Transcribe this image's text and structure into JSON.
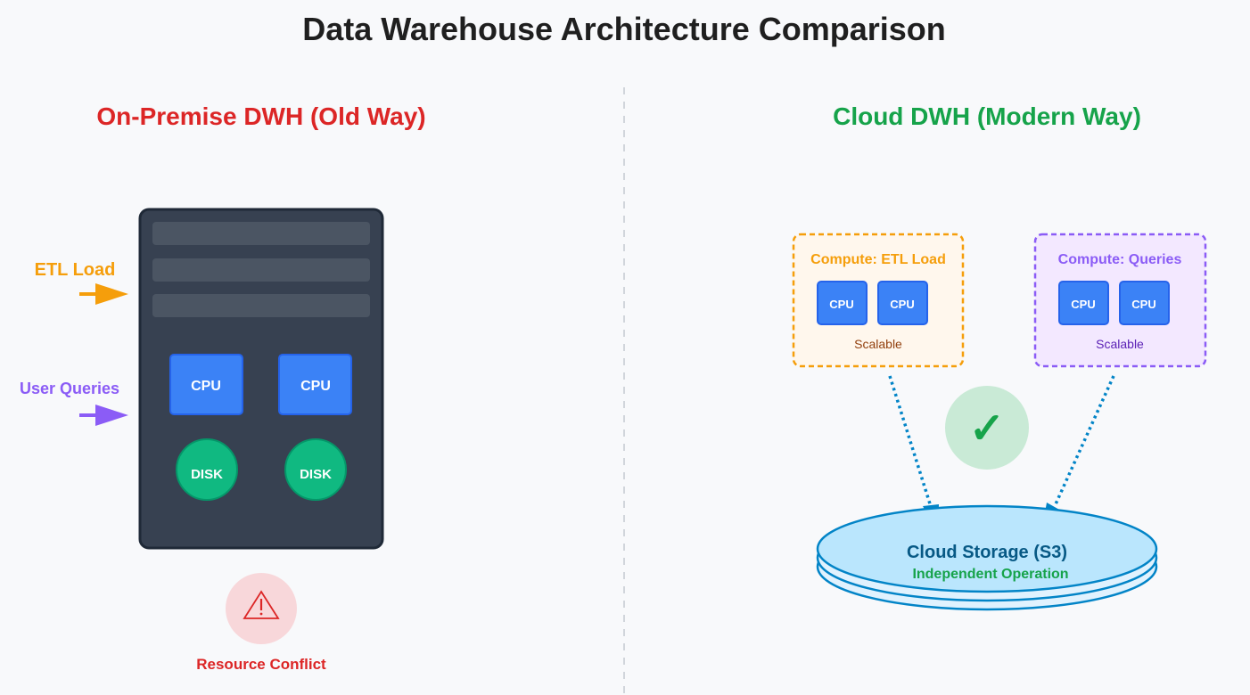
{
  "title": "Data Warehouse Architecture Comparison",
  "colors": {
    "background": "#f8f9fb",
    "title": "#1f1f1f",
    "onprem_accent": "#dc2626",
    "cloud_accent": "#16a34a",
    "etl": "#f59e0b",
    "queries": "#8b5cf6",
    "cpu": "#3b82f6",
    "disk": "#10b981",
    "server": "#374151",
    "storage_fill": "#bae6fd",
    "storage_stroke": "#0284c7"
  },
  "left": {
    "heading": "On-Premise DWH (Old Way)",
    "inputs": [
      {
        "label": "ETL Load",
        "icon": "arrow-right-icon"
      },
      {
        "label": "User Queries",
        "icon": "arrow-right-icon"
      }
    ],
    "server": {
      "cpus": [
        "CPU",
        "CPU"
      ],
      "disks": [
        "DISK",
        "DISK"
      ]
    },
    "status": {
      "icon": "warning-icon",
      "label": "Resource Conflict"
    }
  },
  "right": {
    "heading": "Cloud DWH (Modern Way)",
    "clusters": [
      {
        "title": "Compute: ETL Load",
        "cpus": [
          "CPU",
          "CPU"
        ],
        "note": "Scalable"
      },
      {
        "title": "Compute: Queries",
        "cpus": [
          "CPU",
          "CPU"
        ],
        "note": "Scalable"
      }
    ],
    "status": {
      "icon": "checkmark-icon",
      "symbol": "✓"
    },
    "storage": {
      "label": "Cloud Storage (S3)",
      "sublabel": "Independent Operation"
    }
  }
}
